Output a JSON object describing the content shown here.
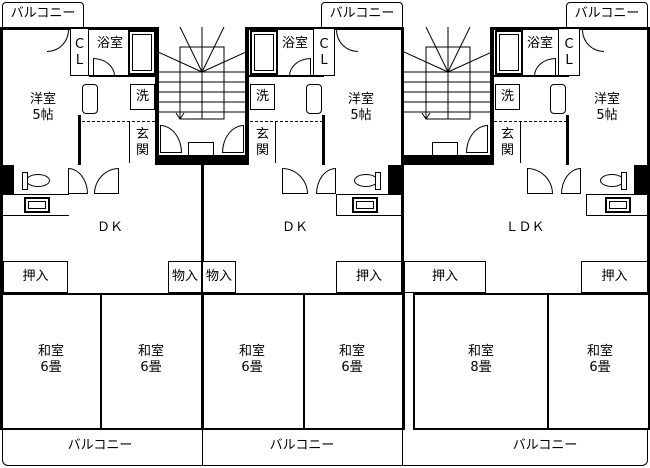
{
  "plan": {
    "title": "",
    "units": [
      {
        "id": "unit-left",
        "balcony_top": "バルコニー",
        "bathroom": "浴室",
        "closet": "C\nL",
        "western_room": "洋室\n5帖",
        "laundry": "洗",
        "entrance": "玄\n関",
        "kitchen": "ＤＫ",
        "closet_oshiire": "押入",
        "storage": "物入",
        "japanese_rooms": [
          "和室\n6畳",
          "和室\n6畳"
        ],
        "balcony_bottom": "バルコニー"
      },
      {
        "id": "unit-middle",
        "balcony_top": "バルコニー",
        "bathroom": "浴室",
        "closet": "C\nL",
        "western_room": "洋室\n5帖",
        "laundry": "洗",
        "entrance": "玄\n関",
        "kitchen": "ＤＫ",
        "closet_oshiire": "押入",
        "storage": "物入",
        "japanese_rooms": [
          "和室\n6畳",
          "和室\n6畳"
        ],
        "balcony_bottom": "バルコニー"
      },
      {
        "id": "unit-right",
        "balcony_top": "バルコニー",
        "bathroom": "浴室",
        "closet": "C\nL",
        "western_room": "洋室\n5帖",
        "laundry": "洗",
        "entrance": "玄\n関",
        "kitchen": "ＬＤＫ",
        "closet_oshiire_left": "押入",
        "closet_oshiire_right": "押入",
        "japanese_rooms": [
          "和室\n8畳",
          "和室\n6畳"
        ],
        "balcony_bottom": "バルコニー"
      }
    ]
  }
}
